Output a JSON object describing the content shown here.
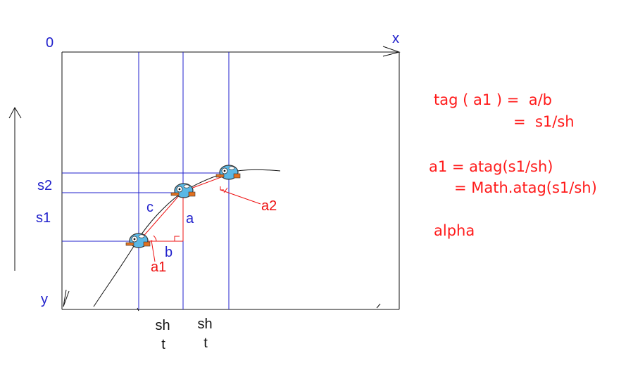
{
  "axes": {
    "origin": "0",
    "x_label": "x",
    "y_label": "y"
  },
  "levels": {
    "s2": "s2",
    "s1": "s1"
  },
  "triangle": {
    "c": "c",
    "a": "a",
    "b": "b"
  },
  "angles": {
    "a1": "a1",
    "a2": "a2"
  },
  "steps": [
    {
      "top": "sh",
      "bottom": "t"
    },
    {
      "top": "sh",
      "bottom": "t"
    }
  ],
  "equations": {
    "line1": "tag ( a1 ) =  a/b",
    "line2": "=  s1/sh",
    "line3": "a1 = atag(s1/sh)",
    "line4": "= Math.atag(s1/sh)",
    "line5": "alpha"
  },
  "colors": {
    "blue": "#2222cc",
    "red": "#ee1111",
    "black": "#111111",
    "bird_body": "#5ab8e6",
    "bird_beak": "#e07020"
  }
}
